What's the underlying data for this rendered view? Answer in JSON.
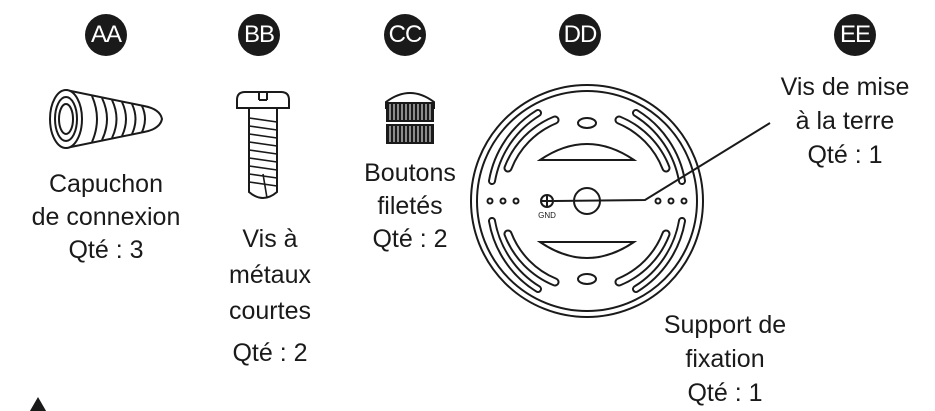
{
  "parts": [
    {
      "badge": "AA",
      "lines": [
        "Capuchon",
        "de connexion",
        "Qté : 3"
      ]
    },
    {
      "badge": "BB",
      "lines": [
        "Vis à",
        "métaux",
        "courtes",
        "Qté : 2"
      ]
    },
    {
      "badge": "CC",
      "lines": [
        "Boutons",
        "filetés",
        "Qté : 2"
      ]
    },
    {
      "badge": "DD",
      "lines": [
        "Support de",
        "fixation",
        "Qté : 1"
      ],
      "marking": "GND"
    },
    {
      "badge": "EE",
      "lines": [
        "Vis de mise",
        "à la terre",
        "Qté : 1"
      ]
    }
  ]
}
